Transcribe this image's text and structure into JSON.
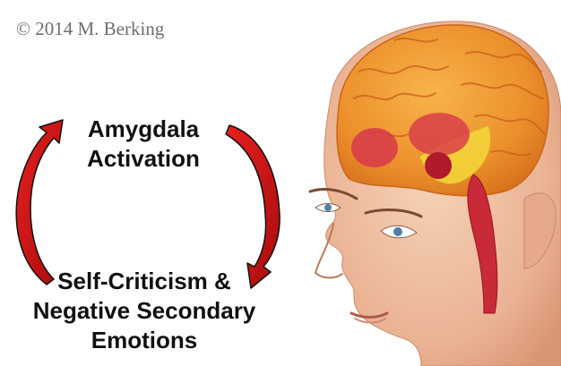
{
  "copyright": "© 2014 M. Berking",
  "labels": {
    "top_line1": "Amygdala",
    "top_line2": "Activation",
    "bottom_line1": "Self-Criticism &",
    "bottom_line2": "Negative Secondary",
    "bottom_line3": "Emotions"
  },
  "colors": {
    "arrow": "#d41414",
    "brain": "#f0a03c",
    "skin": "#f3c3a4",
    "amygdala": "#b01a2a",
    "limbic": "#f4d43a"
  }
}
